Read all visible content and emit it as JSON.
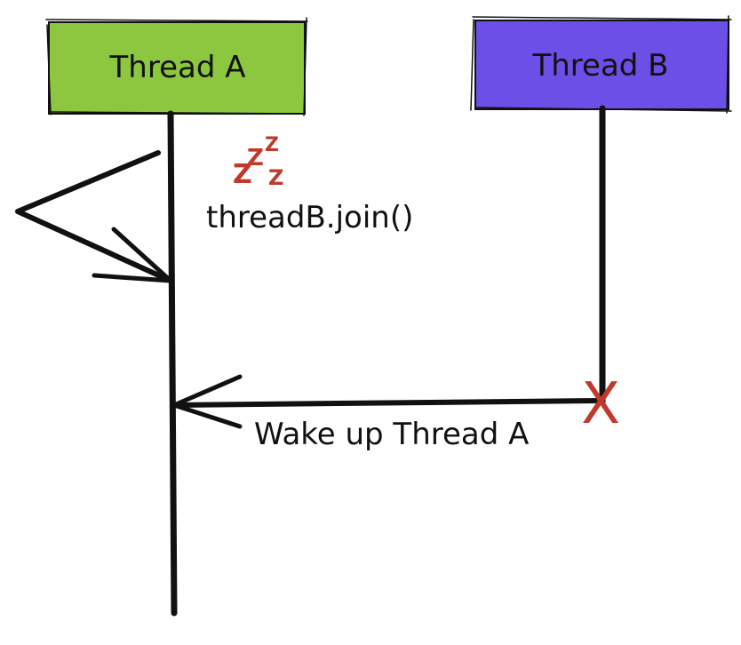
{
  "threads": [
    {
      "label": "Thread A",
      "color": "#8dc63f"
    },
    {
      "label": "Thread B",
      "color": "#6c4fe6"
    }
  ],
  "annotations": {
    "sleep_symbol": "Z",
    "join_call": "threadB.join()",
    "wake_message": "Wake up Thread A"
  },
  "terminator_symbol": "X",
  "colors": {
    "line": "#111111",
    "sleep": "#c0392b",
    "terminator": "#c0392b"
  }
}
